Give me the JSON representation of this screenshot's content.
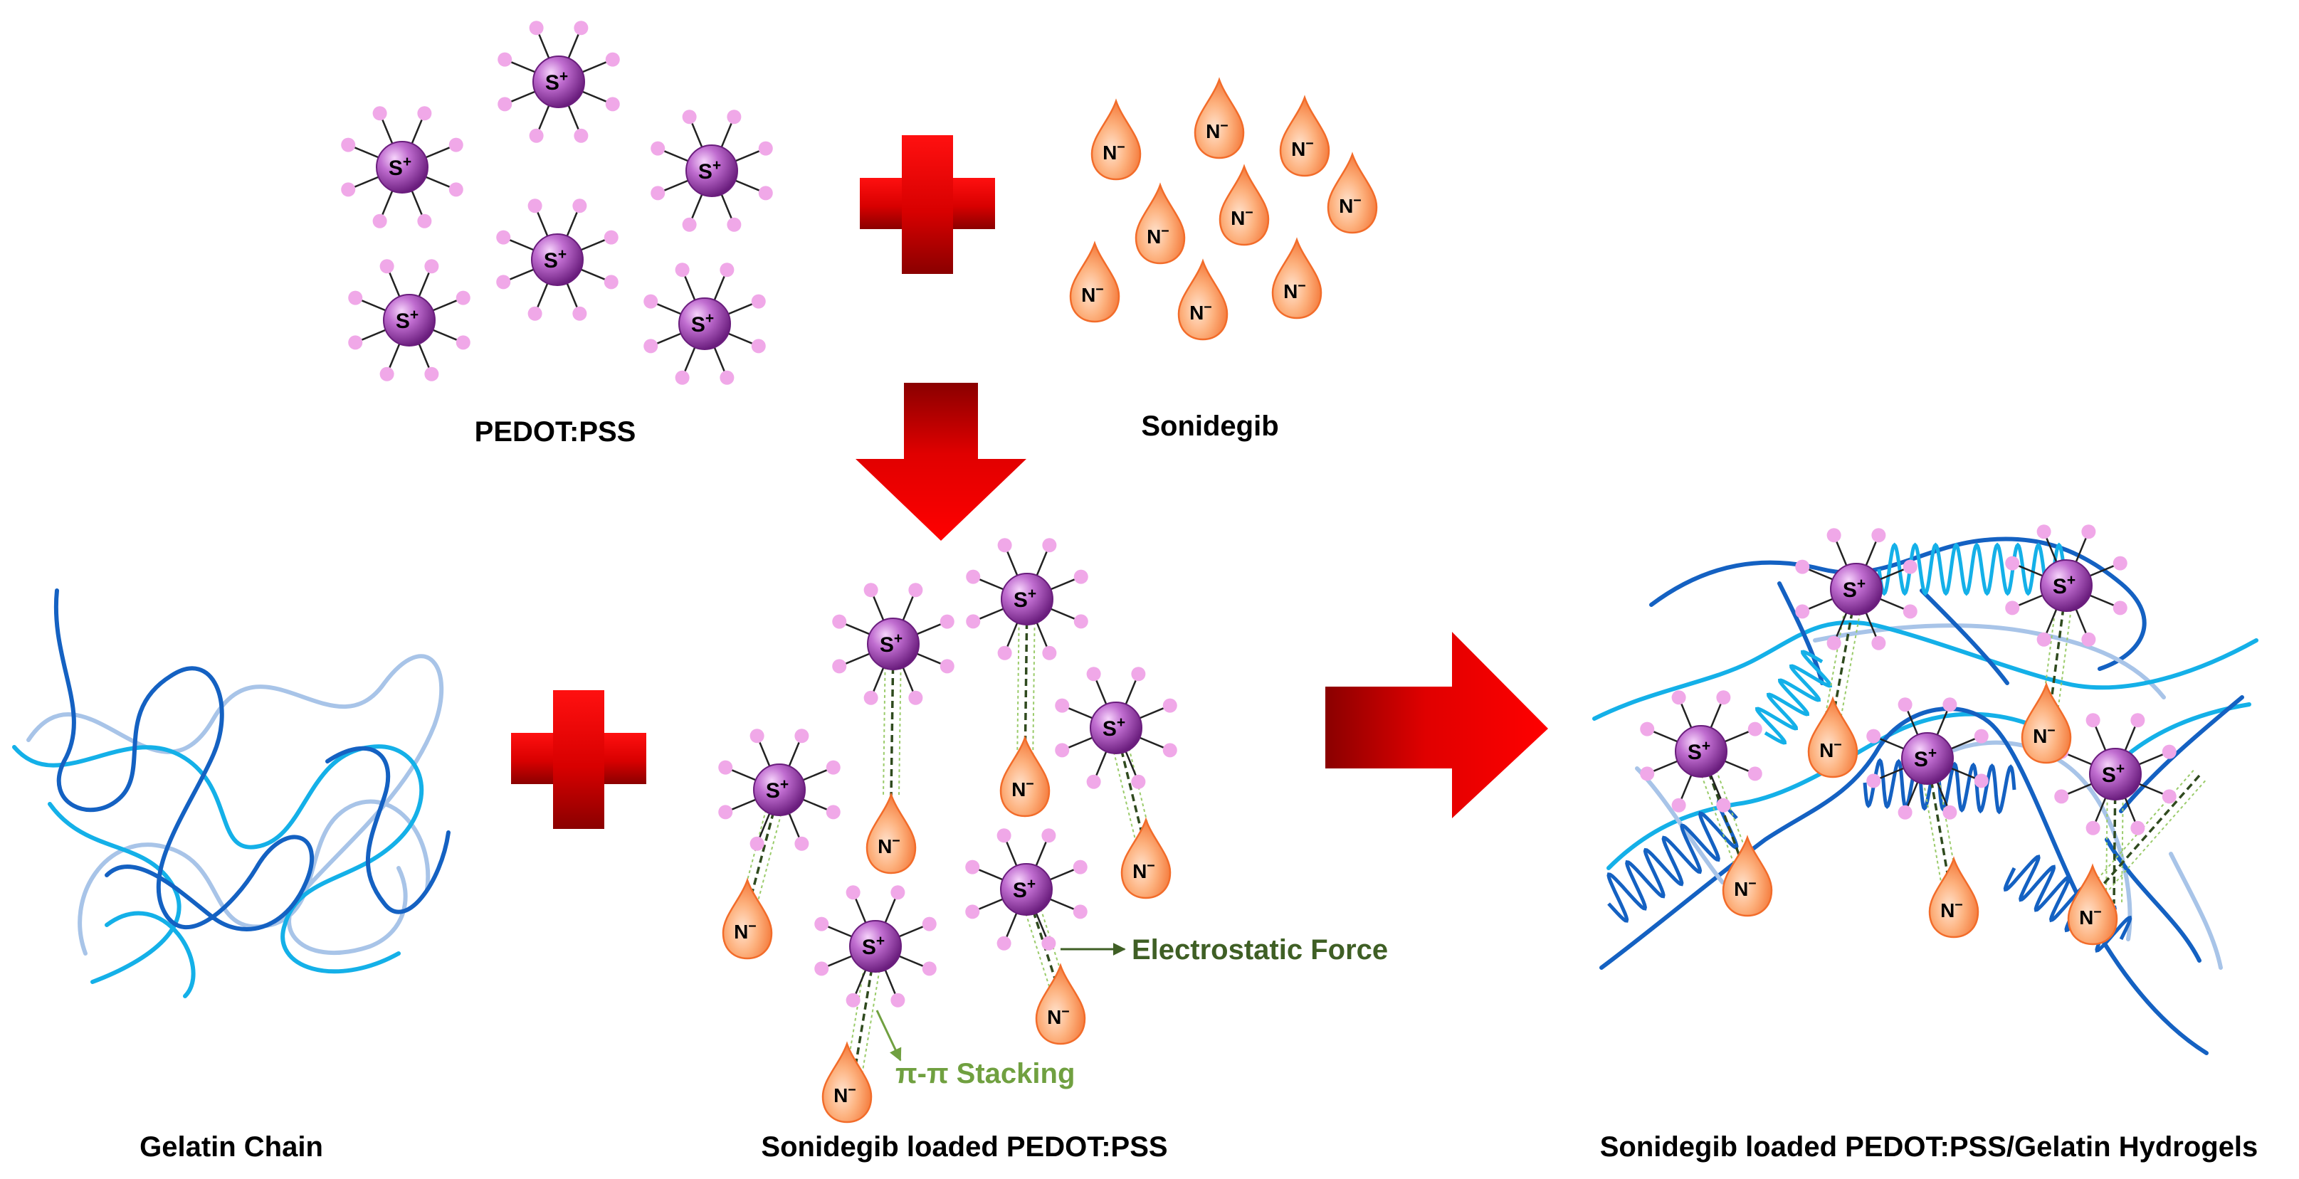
{
  "labels": {
    "pedot_pss": "PEDOT:PSS",
    "sonidegib": "Sonidegib",
    "gelatin_chain": "Gelatin Chain",
    "sonidegib_loaded": "Sonidegib loaded PEDOT:PSS",
    "hydrogel": "Sonidegib loaded PEDOT:PSS/Gelatin Hydrogels"
  },
  "ions": {
    "cation_symbol": "S",
    "cation_charge": "+",
    "anion_symbol": "N",
    "anion_charge": "−"
  },
  "annotations": {
    "electrostatic": "Electrostatic Force",
    "pi_stacking": "π-π Stacking"
  },
  "icons": [
    "plus-icon",
    "arrow-down-icon",
    "arrow-right-icon",
    "sulfonate-cation-icon",
    "amine-anion-icon",
    "gelatin-chain-icon"
  ],
  "colors": {
    "cation_purple": "#7a2a8c",
    "cation_light": "#e4a8ee",
    "pink_dot": "#f0a8e8",
    "anion_orange": "#f5854a",
    "anion_light": "#ffd2b2",
    "red_bright": "#ff0000",
    "red_dark": "#a00000",
    "blue_dark": "#1461c2",
    "blue_mid": "#0b8fd8",
    "blue_cyan": "#14b0e8",
    "blue_light": "#a8c4e8",
    "annot_dark_green": "#3f5f25",
    "annot_green": "#70a040"
  }
}
